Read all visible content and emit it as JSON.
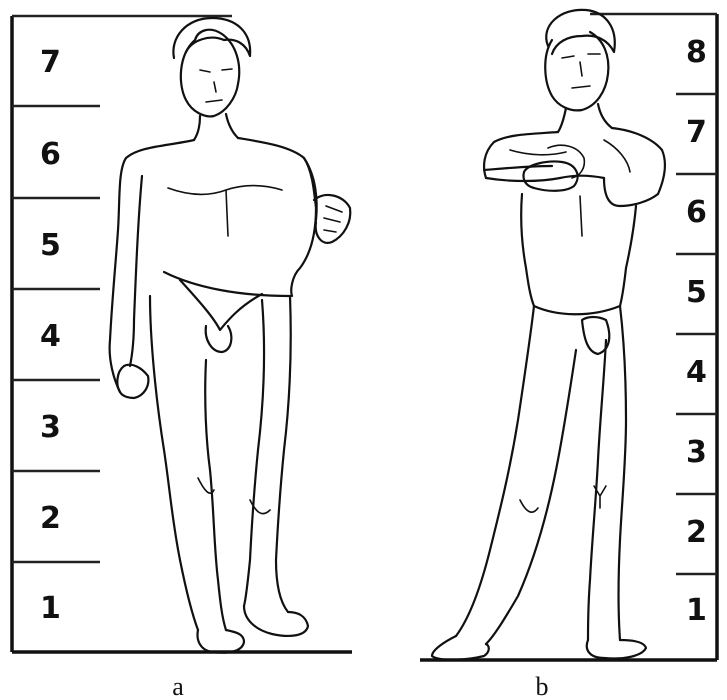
{
  "figure_a": {
    "label": "a",
    "scale_numbers": [
      "7",
      "6",
      "5",
      "4",
      "3",
      "2",
      "1"
    ]
  },
  "figure_b": {
    "label": "b",
    "scale_numbers": [
      "8",
      "7",
      "6",
      "5",
      "4",
      "3",
      "2",
      "1"
    ]
  }
}
